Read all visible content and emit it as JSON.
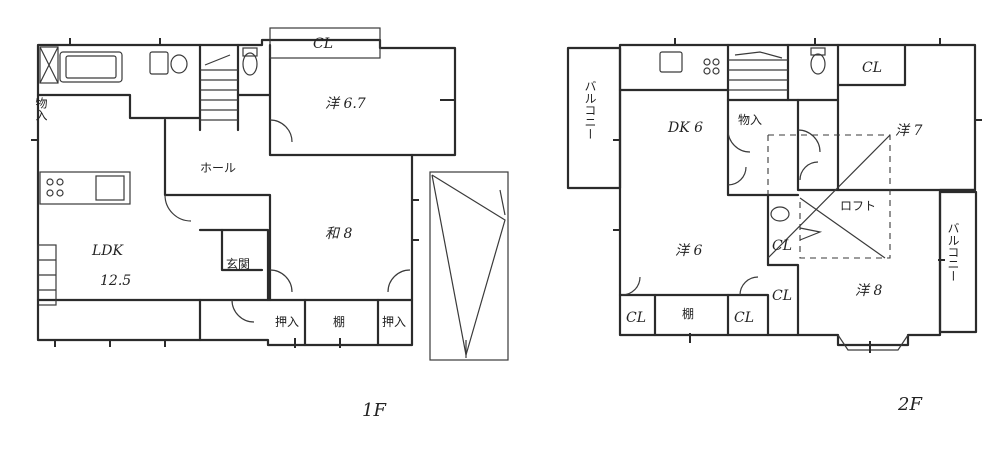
{
  "floor1": {
    "label": "1F",
    "rooms": {
      "storage_top": "物入",
      "western_room": "洋 6.7",
      "closet_top": "CL",
      "hall": "ホール",
      "ldk": "LDK",
      "ldk_size": "12.5",
      "japanese_room": "和 8",
      "entrance": "玄関",
      "oshiire_left": "押入",
      "shelf": "棚",
      "oshiire_right": "押入"
    }
  },
  "floor2": {
    "label": "2F",
    "rooms": {
      "balcony_left": "バルコニー",
      "dk": "DK 6",
      "storage": "物入",
      "western_7": "洋 7",
      "closet_top": "CL",
      "loft": "ロフト",
      "western_6": "洋 6",
      "closet_mid": "CL",
      "closet_mid2": "CL",
      "western_8": "洋 8",
      "balcony_right": "バルコニー",
      "closet_bottom_left": "CL",
      "shelf": "棚",
      "closet_bottom_mid": "CL"
    }
  }
}
